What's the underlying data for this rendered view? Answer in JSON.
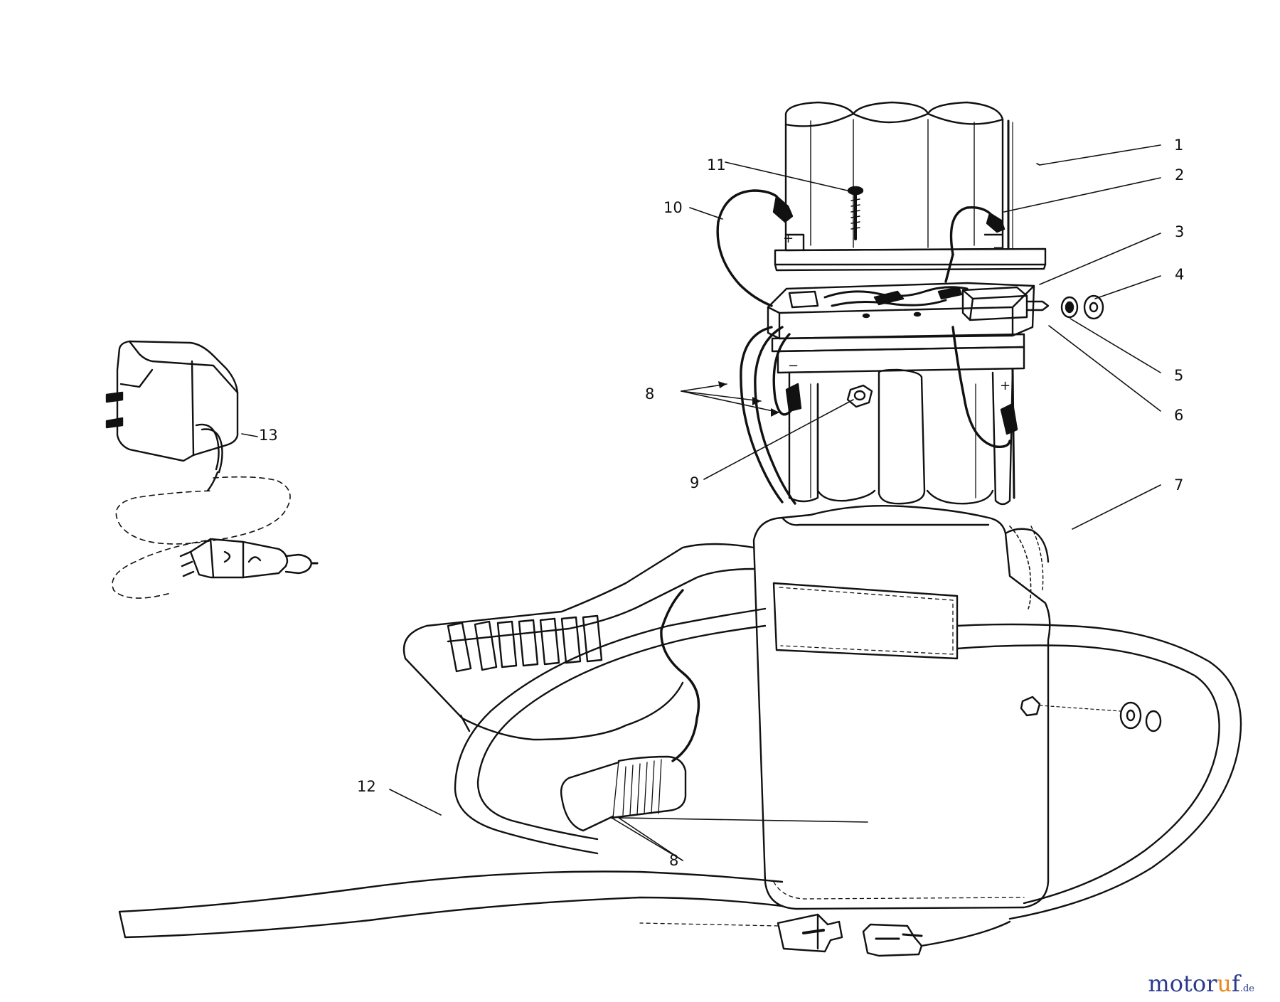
{
  "diagram": {
    "callouts": [
      {
        "id": "1",
        "text": "1"
      },
      {
        "id": "2",
        "text": "2"
      },
      {
        "id": "3",
        "text": "3"
      },
      {
        "id": "4",
        "text": "4"
      },
      {
        "id": "5",
        "text": "5"
      },
      {
        "id": "6",
        "text": "6"
      },
      {
        "id": "7",
        "text": "7"
      },
      {
        "id": "8a",
        "text": "8"
      },
      {
        "id": "8b",
        "text": "8"
      },
      {
        "id": "9",
        "text": "9"
      },
      {
        "id": "10",
        "text": "10"
      },
      {
        "id": "11",
        "text": "11"
      },
      {
        "id": "12",
        "text": "12"
      },
      {
        "id": "13",
        "text": "13"
      }
    ],
    "terminal_signs": {
      "upper_plus": "+",
      "upper_minus": "−",
      "lower_minus": "−",
      "lower_plus": "+"
    }
  },
  "watermark": {
    "brand_before": "motor",
    "brand_accent": "u",
    "brand_after": "f",
    "tld": ".de"
  },
  "colors": {
    "line": "#111111",
    "background": "#ffffff",
    "watermark_blue": "#2c3a8c",
    "watermark_orange": "#e8891a"
  }
}
